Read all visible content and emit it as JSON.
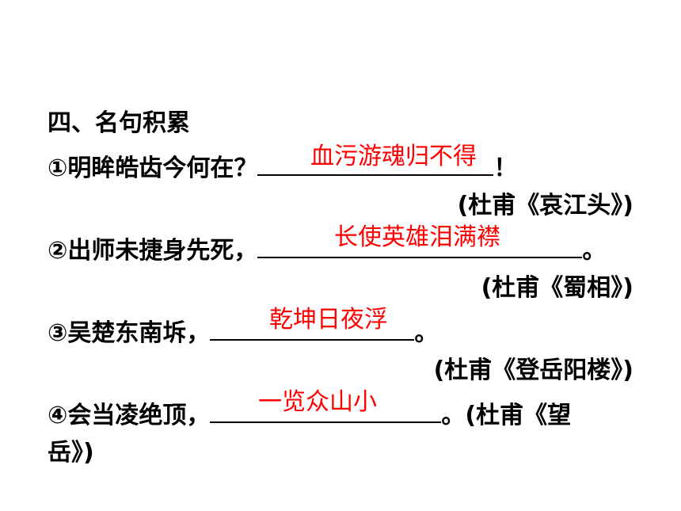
{
  "section_title": "四、名句积累",
  "colors": {
    "answer": "#ff0000",
    "text": "#000000"
  },
  "items": [
    {
      "marker": "①",
      "prefix": "明眸皓齿今何在？",
      "answer": "血污游魂归不得",
      "suffix": "！",
      "source": "(杜甫《哀江头》)"
    },
    {
      "marker": "②",
      "prefix": "出师未捷身先死，",
      "answer": "长使英雄泪满襟",
      "suffix": "。",
      "source": "(杜甫《蜀相》)"
    },
    {
      "marker": "③",
      "prefix": "吴楚东南坼，",
      "answer": "乾坤日夜浮",
      "suffix": "。",
      "source": "(杜甫《登岳阳楼》)"
    },
    {
      "marker": "④",
      "prefix": "会当凌绝顶，",
      "answer": "一览众山小",
      "suffix": "。(杜甫《望",
      "source": "岳》)"
    }
  ]
}
